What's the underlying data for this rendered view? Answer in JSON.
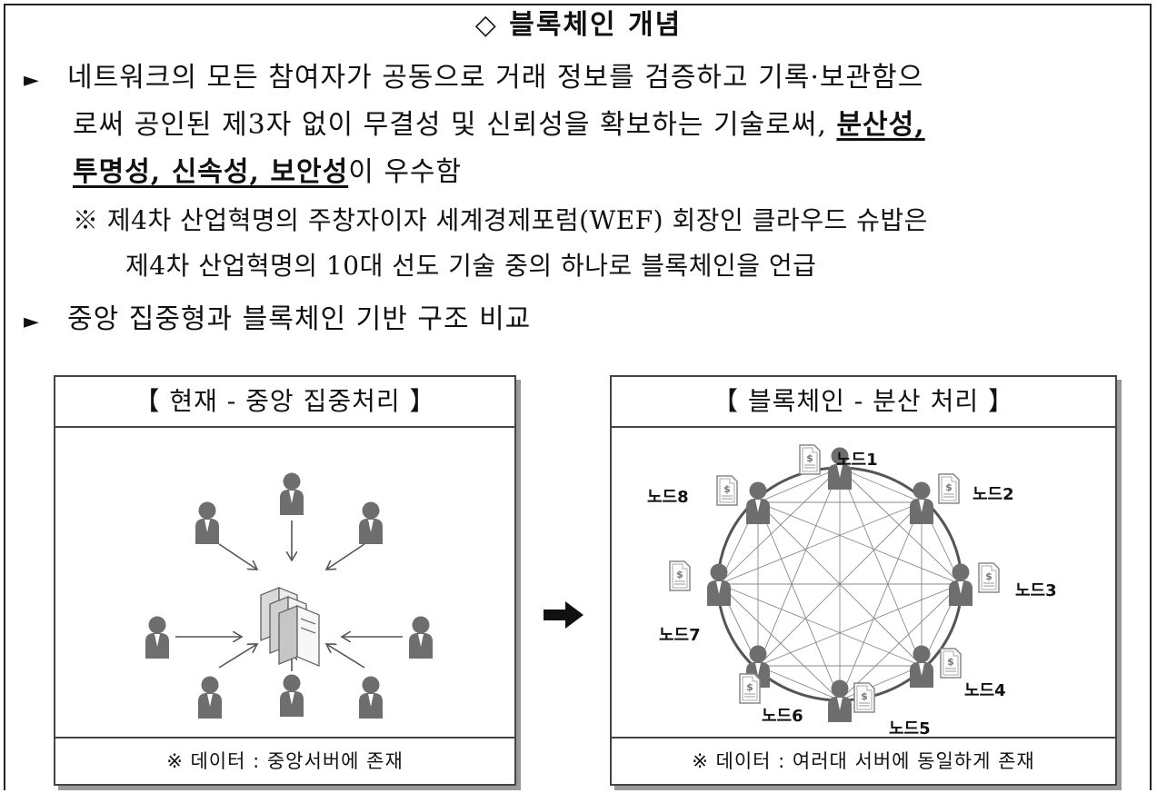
{
  "title": "◇ 블록체인 개념",
  "bullet_glyph": "►",
  "intro": {
    "line1": "네트워크의 모든 참여자가 공동으로 거래 정보를 검증하고 기록·보관함으",
    "line2_prefix": "로써 공인된 제3자 없이 무결성 및 신뢰성을 확보하는 기술로써, ",
    "line2_emph": "분산성,",
    "line3_emph": "투명성, 신속성, 보안성",
    "line3_suffix": "이 우수함"
  },
  "note": {
    "line1": "※ 제4차 산업혁명의 주창자이자 세계경제포럼(WEF) 회장인 클라우드 슈밥은",
    "line2": "제4차 산업혁명의 10대 선도 기술 중의 하나로 블록체인을 언급"
  },
  "compare_heading": "중앙 집중형과 블록체인 기반 구조 비교",
  "left_panel": {
    "title": "【 현재 - 중앙 집중처리 】",
    "footer": "※ 데이터 : 중앙서버에 존재"
  },
  "right_panel": {
    "title": "【 블록체인 - 분산 처리 】",
    "footer": "※ 데이터 : 여러대 서버에 동일하게 존재",
    "nodes": [
      "노드1",
      "노드2",
      "노드3",
      "노드4",
      "노드5",
      "노드6",
      "노드7",
      "노드8"
    ]
  },
  "colors": {
    "person": "#6e6e6e",
    "line": "#555555",
    "doc": "#888888",
    "border": "#444444"
  }
}
